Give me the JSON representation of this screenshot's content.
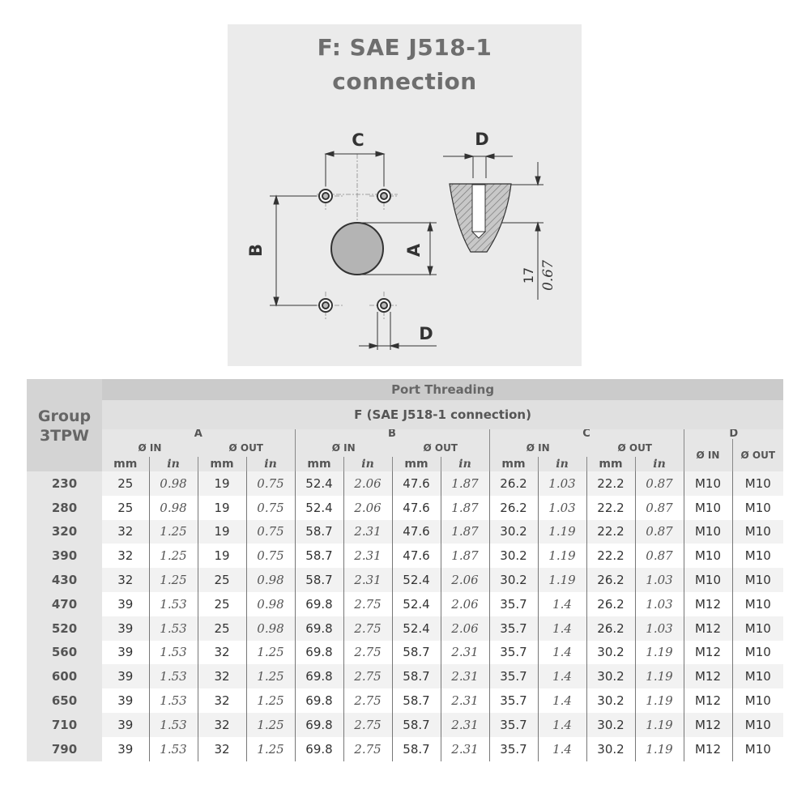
{
  "figure": {
    "title_line1": "F: SAE J518-1",
    "title_line2": "connection",
    "labels": {
      "c_top": "C",
      "d_top": "D",
      "b_left": "B",
      "a_mid": "A",
      "d_bottom": "D",
      "depth_mm": "17",
      "depth_in": "0.67"
    }
  },
  "table": {
    "group_header_line1": "Group",
    "group_header_line2": "3TPW",
    "port_header": "Port Threading",
    "f_prefix": "F",
    "f_suffix": "(SAE J518-1 connection)",
    "col_a": "A",
    "col_b": "B",
    "col_c": "C",
    "col_d": "D",
    "dir_in": "Ø IN",
    "dir_out": "Ø OUT",
    "unit_mm": "mm",
    "unit_in": "in",
    "rows": [
      {
        "group": "230",
        "a_in_mm": "25",
        "a_in_in": "0.98",
        "a_out_mm": "19",
        "a_out_in": "0.75",
        "b_in_mm": "52.4",
        "b_in_in": "2.06",
        "b_out_mm": "47.6",
        "b_out_in": "1.87",
        "c_in_mm": "26.2",
        "c_in_in": "1.03",
        "c_out_mm": "22.2",
        "c_out_in": "0.87",
        "d_in": "M10",
        "d_out": "M10"
      },
      {
        "group": "280",
        "a_in_mm": "25",
        "a_in_in": "0.98",
        "a_out_mm": "19",
        "a_out_in": "0.75",
        "b_in_mm": "52.4",
        "b_in_in": "2.06",
        "b_out_mm": "47.6",
        "b_out_in": "1.87",
        "c_in_mm": "26.2",
        "c_in_in": "1.03",
        "c_out_mm": "22.2",
        "c_out_in": "0.87",
        "d_in": "M10",
        "d_out": "M10"
      },
      {
        "group": "320",
        "a_in_mm": "32",
        "a_in_in": "1.25",
        "a_out_mm": "19",
        "a_out_in": "0.75",
        "b_in_mm": "58.7",
        "b_in_in": "2.31",
        "b_out_mm": "47.6",
        "b_out_in": "1.87",
        "c_in_mm": "30.2",
        "c_in_in": "1.19",
        "c_out_mm": "22.2",
        "c_out_in": "0.87",
        "d_in": "M10",
        "d_out": "M10"
      },
      {
        "group": "390",
        "a_in_mm": "32",
        "a_in_in": "1.25",
        "a_out_mm": "19",
        "a_out_in": "0.75",
        "b_in_mm": "58.7",
        "b_in_in": "2.31",
        "b_out_mm": "47.6",
        "b_out_in": "1.87",
        "c_in_mm": "30.2",
        "c_in_in": "1.19",
        "c_out_mm": "22.2",
        "c_out_in": "0.87",
        "d_in": "M10",
        "d_out": "M10"
      },
      {
        "group": "430",
        "a_in_mm": "32",
        "a_in_in": "1.25",
        "a_out_mm": "25",
        "a_out_in": "0.98",
        "b_in_mm": "58.7",
        "b_in_in": "2.31",
        "b_out_mm": "52.4",
        "b_out_in": "2.06",
        "c_in_mm": "30.2",
        "c_in_in": "1.19",
        "c_out_mm": "26.2",
        "c_out_in": "1.03",
        "d_in": "M10",
        "d_out": "M10"
      },
      {
        "group": "470",
        "a_in_mm": "39",
        "a_in_in": "1.53",
        "a_out_mm": "25",
        "a_out_in": "0.98",
        "b_in_mm": "69.8",
        "b_in_in": "2.75",
        "b_out_mm": "52.4",
        "b_out_in": "2.06",
        "c_in_mm": "35.7",
        "c_in_in": "1.4",
        "c_out_mm": "26.2",
        "c_out_in": "1.03",
        "d_in": "M12",
        "d_out": "M10"
      },
      {
        "group": "520",
        "a_in_mm": "39",
        "a_in_in": "1.53",
        "a_out_mm": "25",
        "a_out_in": "0.98",
        "b_in_mm": "69.8",
        "b_in_in": "2.75",
        "b_out_mm": "52.4",
        "b_out_in": "2.06",
        "c_in_mm": "35.7",
        "c_in_in": "1.4",
        "c_out_mm": "26.2",
        "c_out_in": "1.03",
        "d_in": "M12",
        "d_out": "M10"
      },
      {
        "group": "560",
        "a_in_mm": "39",
        "a_in_in": "1.53",
        "a_out_mm": "32",
        "a_out_in": "1.25",
        "b_in_mm": "69.8",
        "b_in_in": "2.75",
        "b_out_mm": "58.7",
        "b_out_in": "2.31",
        "c_in_mm": "35.7",
        "c_in_in": "1.4",
        "c_out_mm": "30.2",
        "c_out_in": "1.19",
        "d_in": "M12",
        "d_out": "M10"
      },
      {
        "group": "600",
        "a_in_mm": "39",
        "a_in_in": "1.53",
        "a_out_mm": "32",
        "a_out_in": "1.25",
        "b_in_mm": "69.8",
        "b_in_in": "2.75",
        "b_out_mm": "58.7",
        "b_out_in": "2.31",
        "c_in_mm": "35.7",
        "c_in_in": "1.4",
        "c_out_mm": "30.2",
        "c_out_in": "1.19",
        "d_in": "M12",
        "d_out": "M10"
      },
      {
        "group": "650",
        "a_in_mm": "39",
        "a_in_in": "1.53",
        "a_out_mm": "32",
        "a_out_in": "1.25",
        "b_in_mm": "69.8",
        "b_in_in": "2.75",
        "b_out_mm": "58.7",
        "b_out_in": "2.31",
        "c_in_mm": "35.7",
        "c_in_in": "1.4",
        "c_out_mm": "30.2",
        "c_out_in": "1.19",
        "d_in": "M12",
        "d_out": "M10"
      },
      {
        "group": "710",
        "a_in_mm": "39",
        "a_in_in": "1.53",
        "a_out_mm": "32",
        "a_out_in": "1.25",
        "b_in_mm": "69.8",
        "b_in_in": "2.75",
        "b_out_mm": "58.7",
        "b_out_in": "2.31",
        "c_in_mm": "35.7",
        "c_in_in": "1.4",
        "c_out_mm": "30.2",
        "c_out_in": "1.19",
        "d_in": "M12",
        "d_out": "M10"
      },
      {
        "group": "790",
        "a_in_mm": "39",
        "a_in_in": "1.53",
        "a_out_mm": "32",
        "a_out_in": "1.25",
        "b_in_mm": "69.8",
        "b_in_in": "2.75",
        "b_out_mm": "58.7",
        "b_out_in": "2.31",
        "c_in_mm": "35.7",
        "c_in_in": "1.4",
        "c_out_mm": "30.2",
        "c_out_in": "1.19",
        "d_in": "M12",
        "d_out": "M10"
      }
    ]
  }
}
